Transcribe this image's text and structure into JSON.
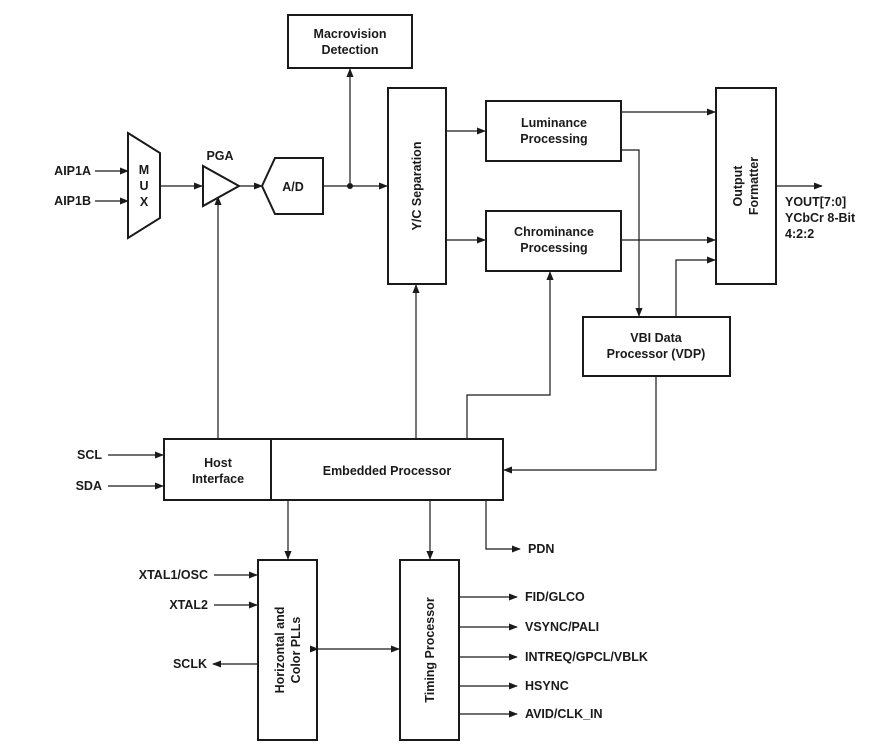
{
  "blocks": {
    "macrovision": [
      "Macrovision",
      "Detection"
    ],
    "mux": [
      "M",
      "U",
      "X"
    ],
    "pga": "PGA",
    "adc": "A/D",
    "yc_separation": "Y/C Separation",
    "luminance": [
      "Luminance",
      "Processing"
    ],
    "chrominance": [
      "Chrominance",
      "Processing"
    ],
    "output_formatter": [
      "Output",
      "Formatter"
    ],
    "vbi": [
      "VBI Data",
      "Processor (VDP)"
    ],
    "host_interface": [
      "Host",
      "Interface"
    ],
    "embedded_processor": "Embedded Processor",
    "plls": [
      "Horizontal and",
      "Color PLLs"
    ],
    "timing_processor": "Timing Processor"
  },
  "signals": {
    "aip1a": "AIP1A",
    "aip1b": "AIP1B",
    "yout": [
      "YOUT[7:0]",
      "YCbCr 8-Bit",
      "4:2:2"
    ],
    "scl": "SCL",
    "sda": "SDA",
    "pdn": "PDN",
    "xtal1": "XTAL1/OSC",
    "xtal2": "XTAL2",
    "sclk": "SCLK",
    "fid": "FID/GLCO",
    "vsync": "VSYNC/PALI",
    "intreq": "INTREQ/GPCL/VBLK",
    "hsync": "HSYNC",
    "avid": "AVID/CLK_IN"
  }
}
